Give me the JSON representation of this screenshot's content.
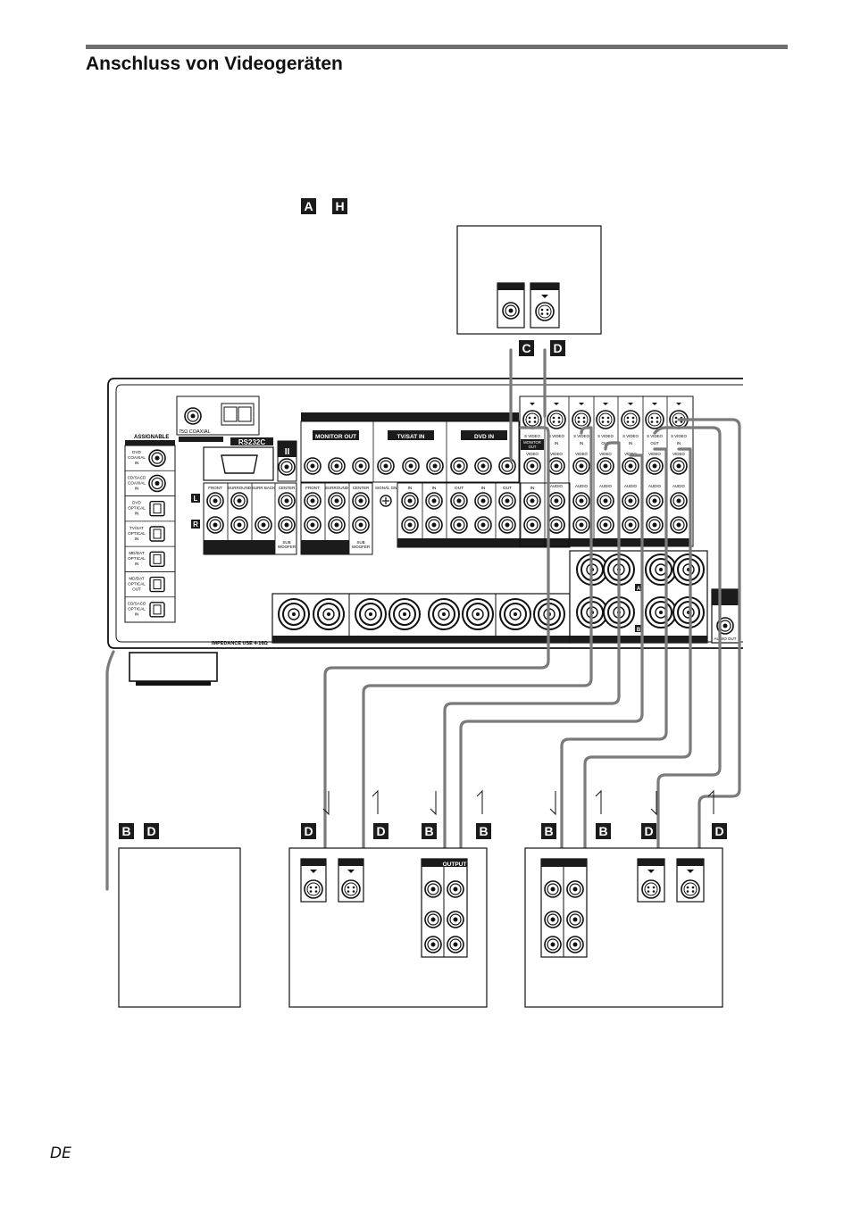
{
  "page": {
    "title": "Anschluss von Videogeräten",
    "language_tag": "DE"
  },
  "legend_badges": [
    "A",
    "H"
  ],
  "receiver": {
    "bottom_label": "IMPEDANCE USE 4-16Ω",
    "antenna_label": "75Ω COAXIAL",
    "rs232c_label": "RS232C",
    "ii_label": "II",
    "assignable": {
      "header": "ASSIGNABLE",
      "ports": [
        [
          "DVD",
          "COAXIAL",
          "IN"
        ],
        [
          "CD/SACD",
          "COAXIAL",
          "IN"
        ],
        [
          "DVD",
          "OPTICAL",
          "IN"
        ],
        [
          "TV/SAT",
          "OPTICAL",
          "IN"
        ],
        [
          "MD/DAT",
          "OPTICAL",
          "IN"
        ],
        [
          "MD/DAT",
          "OPTICAL",
          "OUT"
        ],
        [
          "CD/SACD",
          "OPTICAL",
          "IN"
        ]
      ]
    },
    "channel_l": "L",
    "channel_r": "R",
    "preout_labels": [
      "FRONT",
      "SURROUND",
      "SURR BACK",
      "CENTER"
    ],
    "preout_sub": [
      "SUB",
      "WOOFER"
    ],
    "multi_labels": [
      "FRONT",
      "SURROUND",
      "CENTER"
    ],
    "multi_sub": [
      "SUB",
      "WOOFER"
    ],
    "signal_gnd": "SIGNAL GND",
    "video_sections": [
      "MONITOR OUT",
      "TV/SAT IN",
      "DVD IN"
    ],
    "io_labels": [
      "IN",
      "IN",
      "OUT",
      "IN",
      "OUT",
      "IN"
    ],
    "s_video_label": "S VIDEO",
    "monitor_out_label": [
      "MONITOR",
      "OUT"
    ],
    "video_label": "VIDEO",
    "audio_label": "AUDIO",
    "s_video_dirs": [
      "IN",
      "IN",
      "OUT",
      "IN",
      "OUT",
      "IN"
    ],
    "speaker_ab": [
      "A",
      "B"
    ],
    "audio_out_label": "AUDIO OUT"
  },
  "tv_badges": [
    "C",
    "D"
  ],
  "left_device_badges": [
    "B",
    "D"
  ],
  "device_mid": {
    "badges": [
      "D",
      "D",
      "B",
      "B"
    ],
    "output_label": "OUTPUT"
  },
  "device_right": {
    "badges": [
      "B",
      "B",
      "D",
      "D"
    ]
  }
}
